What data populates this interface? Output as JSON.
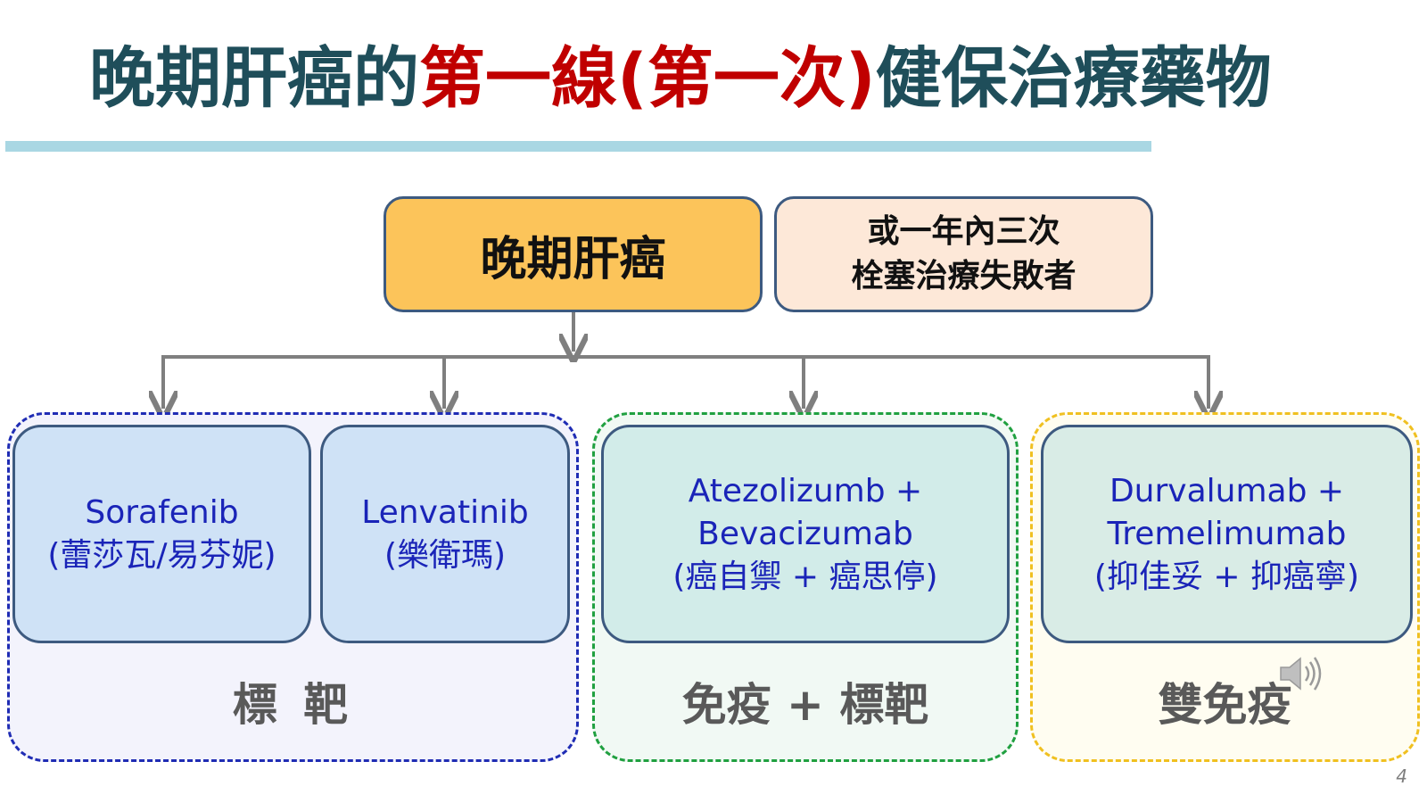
{
  "title": {
    "part1": "晚期肝癌的",
    "highlight": "第一線(第一次)",
    "part2": "健保治療藥物"
  },
  "root_node": "晚期肝癌",
  "condition_node": {
    "line1": "或一年內三次",
    "line2": "栓塞治療失敗者"
  },
  "drugs": {
    "sorafenib": {
      "line1": "Sorafenib",
      "line2": "(蕾莎瓦/易芬妮)"
    },
    "lenvatinib": {
      "line1": "Lenvatinib",
      "line2": "(樂衛瑪)"
    },
    "atezo_bev": {
      "line1": "Atezolizumb +",
      "line2": "Bevacizumab",
      "line3": "(癌自禦 + 癌思停)"
    },
    "durva_treme": {
      "line1": "Durvalumab +",
      "line2": "Tremelimumab",
      "line3": "(抑佳妥 + 抑癌寧)"
    }
  },
  "groups": {
    "targeted": "標 靶",
    "immuno_targeted": "免疫 + 標靶",
    "dual_immuno": "雙免疫"
  },
  "page_number": "4",
  "colors": {
    "title_text": "#1f4e5a",
    "title_highlight": "#c00000",
    "root_fill": "#fcc45a",
    "condition_fill": "#fde8d8",
    "drug_text": "#1a24b8",
    "targeted_border": "#1f2cb4",
    "immuno_border": "#20a040",
    "dual_border": "#f0c020",
    "connector": "#7f7f7f"
  },
  "icons": [
    "speaker-icon"
  ]
}
